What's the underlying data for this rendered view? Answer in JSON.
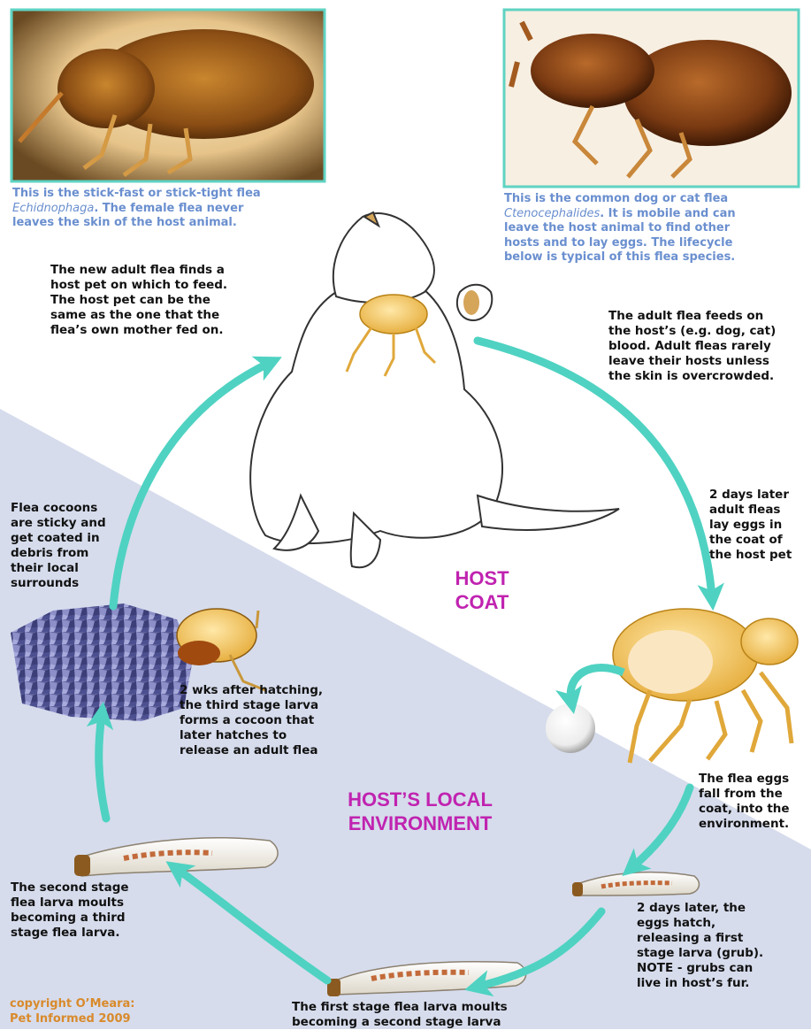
{
  "captions": {
    "stick_fast": {
      "line1": "This is the stick-fast or stick-tight flea",
      "genus": "Echidnophaga",
      "line2_rest": ". The female flea  never",
      "line3": "leaves the skin of the host animal."
    },
    "common": {
      "line1": "This is the common dog or cat flea",
      "genus": "Ctenocephalides",
      "line2_rest": ". It is mobile and can",
      "line3": "leave the host animal to find other",
      "line4": "hosts and to lay eggs. The lifecycle",
      "line5": "below is typical of this flea species."
    }
  },
  "steps": {
    "new_adult": "The new adult flea finds a\nhost pet on which to feed.\nThe host pet can be the\nsame as the one that the\nflea’s own mother fed on.",
    "adult_feeds": "The adult flea feeds on\nthe host’s (e.g. dog, cat)\nblood. Adult fleas rarely\nleave their hosts unless\nthe skin is overcrowded.",
    "lay_eggs": "2 days later\nadult fleas\nlay eggs in\nthe coat of\nthe host pet",
    "eggs_fall": "The flea eggs\nfall from the\ncoat, into the\nenvironment.",
    "eggs_hatch": "2 days later, the\neggs hatch,\nreleasing a first\nstage larva (grub).\nNOTE - grubs can\nlive in host’s fur.",
    "first_moult": "The first stage flea larva moults\nbecoming a second stage larva",
    "second_moult": "The second stage\nflea larva moults\nbecoming a third\nstage flea larva.",
    "cocoon_forms": "2 wks after hatching,\nthe third stage larva\nforms a cocoon that\nlater hatches to\nrelease an adult flea",
    "cocoon_sticky": "Flea cocoons\nare sticky and\nget coated in\ndebris from\ntheir local\nsurrounds"
  },
  "zones": {
    "host_coat_line1": "HOST",
    "host_coat_line2": "COAT",
    "local_env_line1": "HOST’S LOCAL",
    "local_env_line2": "ENVIRONMENT"
  },
  "copyright": "copyright O’Meara:\nPet Informed 2009",
  "colors": {
    "arrow": "#4fd2c2",
    "environment_bg": "#d6dcec",
    "zone_label": "#c023b0",
    "caption": "#6a8fcf",
    "copyright": "#d98a2b",
    "photo_border": "#5fd3c3"
  },
  "icons": {
    "photo_stick_fast": "stick-fast-flea-photo",
    "photo_common": "common-flea-photo",
    "cat": "scratching-cat-illustration",
    "adult_on_cat": "adult-flea-illustration",
    "adult_laying": "adult-flea-laying-egg-illustration",
    "egg": "flea-egg",
    "larva": "flea-larva-illustration",
    "cocoon": "flea-cocoon-illustration"
  }
}
